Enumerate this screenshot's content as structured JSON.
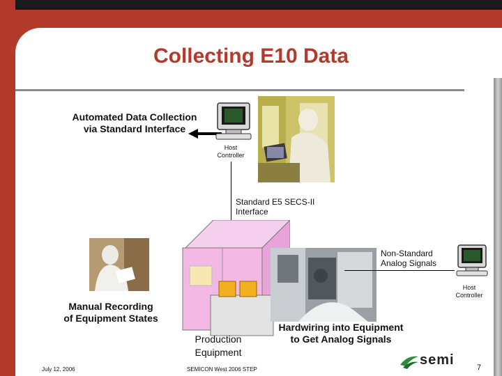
{
  "slide": {
    "title": "Collecting E10 Data",
    "footer_date": "July 12, 2006",
    "footer_event": "SEMICON West 2006 STEP",
    "page_number": "7"
  },
  "diagram": {
    "automated_label_line1": "Automated Data Collection",
    "automated_label_line2": "via Standard Interface",
    "host_controller_top_line1": "Host",
    "host_controller_top_line2": "Controller",
    "secs_line1": "Standard E5 SECS-II",
    "secs_line2": "Interface",
    "nonstandard_line1": "Non-Standard",
    "nonstandard_line2": "Analog Signals",
    "host_controller_right_line1": "Host",
    "host_controller_right_line2": "Controller",
    "manual_line1": "Manual Recording",
    "manual_line2": "of Equipment States",
    "production_line1": "Production",
    "production_line2": "Equipment",
    "hardwiring_line1": "Hardwiring into Equipment",
    "hardwiring_line2": "to Get Analog Signals"
  },
  "logo": {
    "text": "semi"
  },
  "colors": {
    "accent": "#b33a2a",
    "equipment_pink": "#f4b8e4",
    "cleanroom_yellow": "#d8cc4a"
  }
}
